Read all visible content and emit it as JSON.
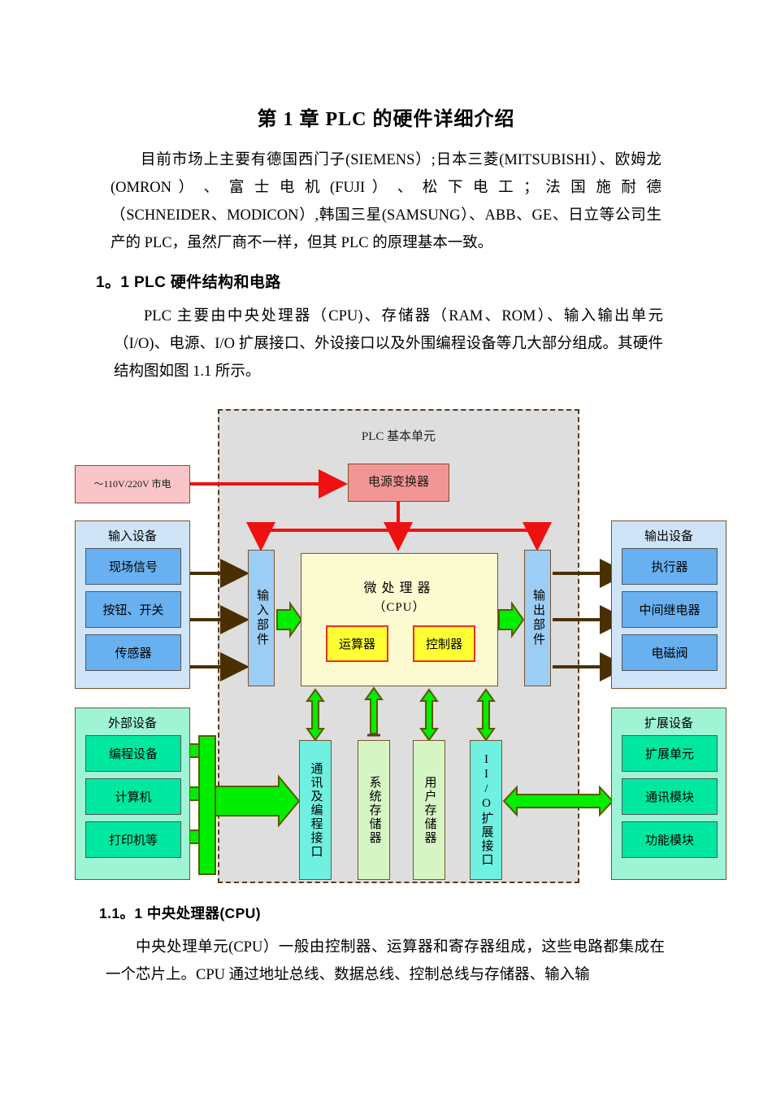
{
  "document": {
    "title": "第 1 章 PLC 的硬件详细介绍",
    "paragraph1": "目前市场上主要有德国西门子(SIEMENS）;日本三菱(MITSUBISHI）、欧姆龙 (OMRON ） 、 富 士 电 机 (FUJI ） 、 松 下 电 工 ； 法 国 施 耐 德（SCHNEIDER、MODICON）,韩国三星(SAMSUNG）、ABB、GE、日立等公司生产的 PLC，虽然厂商不一样，但其 PLC 的原理基本一致。",
    "heading_1_1": "1。1  PLC 硬件结构和电路",
    "paragraph2": "PLC 主要由中央处理器（CPU)、存储器（RAM、ROM）、输入输出单元（I/O)、电源、I/O 扩展接口、外设接口以及外围编程设备等几大部分组成。其硬件结构图如图 1.1 所示。",
    "heading_1_1_1": "1.1。1  中央处理器(CPU)",
    "paragraph3": "中央处理单元(CPU）一般由控制器、运算器和寄存器组成，这些电路都集成在一个芯片上。CPU 通过地址总线、数据总线、控制总线与存储器、输入输"
  },
  "diagram": {
    "unit_label": "PLC 基本单元",
    "mains_label": "～110V/220V 市电",
    "psu_label": "电源变换器",
    "input_panel": {
      "title": "输入设备",
      "items": [
        "现场信号",
        "按钮、开关",
        "传感器"
      ]
    },
    "output_panel": {
      "title": "输出设备",
      "items": [
        "执行器",
        "中间继电器",
        "电磁阀"
      ]
    },
    "external_panel": {
      "title": "外部设备",
      "items": [
        "编程设备",
        "计算机",
        "打印机等"
      ]
    },
    "expansion_panel": {
      "title": "扩展设备",
      "items": [
        "扩展单元",
        "通讯模块",
        "功能模块"
      ]
    },
    "input_part_label": "输入部件",
    "output_part_label": "输出部件",
    "cpu": {
      "title": "微处理器",
      "subtitle": "（CPU）",
      "alu": "运算器",
      "controller": "控制器"
    },
    "modules": [
      "通讯及编程接口",
      "系统存储器",
      "用户存储器",
      "II/O扩展接口"
    ],
    "colors": {
      "unit_background": "#dedede",
      "unit_border": "#5a3a1e",
      "power_line": "#ee1111",
      "signal_line": "#4a3000",
      "bus_arrow": "#00ee00",
      "bus_arrow_border": "#5a5a00",
      "panel_blue": "#cfe4f7",
      "chip_blue": "#68b0f0",
      "panel_green": "#9ff4d5",
      "chip_green": "#00e8a0",
      "cpu_fill": "#fdfbd0",
      "cpu_inner_fill": "#ffff33",
      "cpu_inner_border": "#e8311a",
      "psu_fill": "#f19595",
      "mains_fill": "#f9c5c8"
    }
  }
}
